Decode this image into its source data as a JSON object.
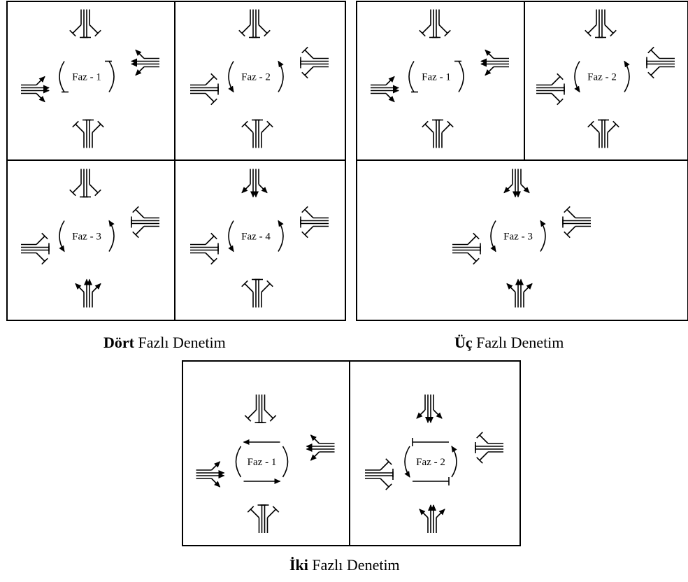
{
  "groups": [
    {
      "caption_bold": "Dört",
      "caption_rest": " Fazlı Denetim",
      "phases": [
        {
          "label": "Faz - 1",
          "ns": [
            "left",
            "bar",
            "right"
          ],
          "sn": [
            "left",
            "bar",
            "right"
          ],
          "ew": [
            "left",
            "arrow",
            "right"
          ],
          "we": [
            "left",
            "arrow",
            "right"
          ],
          "ring": "four-ew"
        },
        {
          "label": "Faz - 2",
          "ns": [
            "left",
            "bar",
            "right"
          ],
          "sn": [
            "left",
            "bar",
            "right"
          ],
          "ew": [
            "left",
            "stop",
            "right"
          ],
          "we": [
            "left",
            "stop",
            "right"
          ],
          "ring": "four"
        },
        {
          "label": "Faz - 3",
          "ns": [
            "left",
            "bar",
            "right"
          ],
          "sn": [
            "left",
            "arrow",
            "right"
          ],
          "ew": [
            "left",
            "stop",
            "right"
          ],
          "we": [
            "left",
            "stop",
            "right"
          ],
          "ring": "four"
        },
        {
          "label": "Faz - 4",
          "ns": [
            "left",
            "arrow",
            "right"
          ],
          "sn": [
            "left",
            "stop",
            "right"
          ],
          "ew": [
            "left",
            "stop",
            "right"
          ],
          "we": [
            "left",
            "stop",
            "right"
          ],
          "ring": "four"
        }
      ]
    },
    {
      "caption_bold": "Üç",
      "caption_rest": " Fazlı Denetim",
      "phases": [
        {
          "label": "Faz - 1",
          "ns": [
            "left",
            "bar",
            "right"
          ],
          "sn": [
            "left",
            "bar",
            "right"
          ],
          "ew": [
            "left",
            "arrow",
            "right"
          ],
          "we": [
            "left",
            "arrow",
            "right"
          ],
          "ring": "four-ew"
        },
        {
          "label": "Faz - 2",
          "ns": [
            "left",
            "bar",
            "right"
          ],
          "sn": [
            "left",
            "bar",
            "right"
          ],
          "ew": [
            "left",
            "stop",
            "right"
          ],
          "we": [
            "left",
            "stop",
            "right"
          ],
          "ring": "four"
        },
        {
          "label": "Faz - 3",
          "ns": [
            "left",
            "arrow",
            "right"
          ],
          "sn": [
            "left",
            "arrow",
            "right"
          ],
          "ew": [
            "left",
            "stop",
            "right"
          ],
          "we": [
            "left",
            "stop",
            "right"
          ],
          "ring": "four"
        }
      ]
    },
    {
      "caption_bold": "İki",
      "caption_rest": " Fazlı Denetim",
      "phases": [
        {
          "label": "Faz - 1",
          "ns": [
            "left",
            "bar",
            "right"
          ],
          "sn": [
            "left",
            "bar",
            "right"
          ],
          "ew": [
            "left",
            "arrow",
            "right"
          ],
          "we": [
            "left",
            "arrow",
            "right"
          ],
          "ring": "two-1"
        },
        {
          "label": "Faz - 2",
          "ns": [
            "left",
            "arrow",
            "right"
          ],
          "sn": [
            "left",
            "arrow",
            "right"
          ],
          "ew": [
            "left",
            "stop",
            "right"
          ],
          "we": [
            "left",
            "stop",
            "right"
          ],
          "ring": "two-2"
        }
      ]
    }
  ]
}
